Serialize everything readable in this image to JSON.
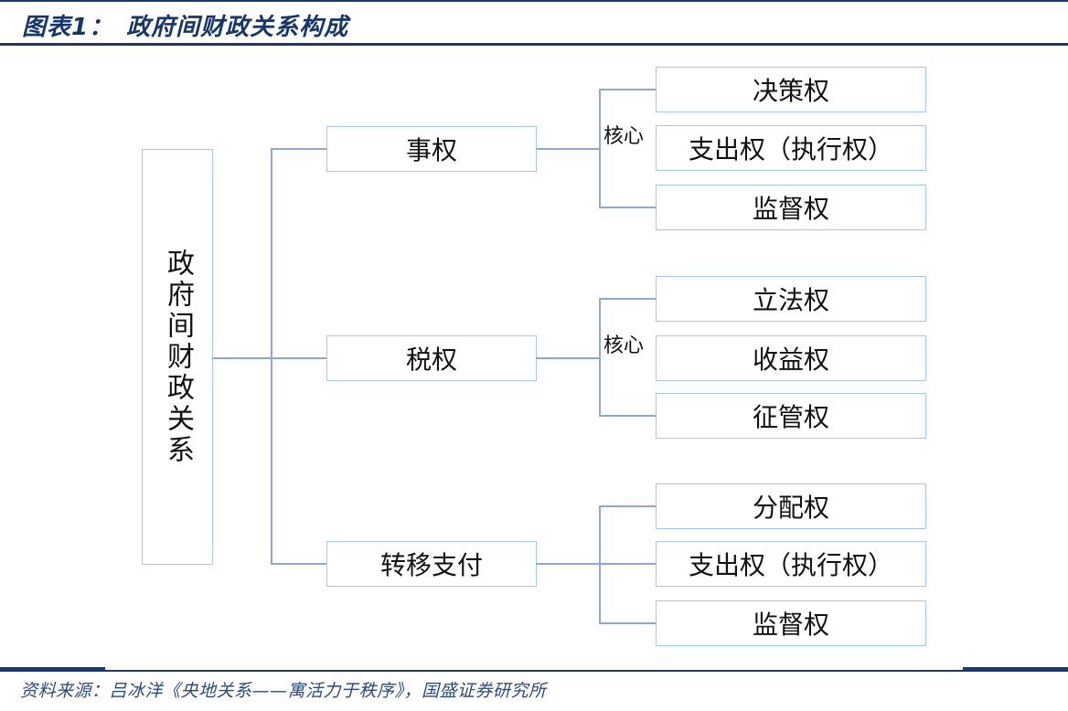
{
  "header": {
    "figure_label": "图表1：",
    "figure_title": "政府间财政关系构成"
  },
  "diagram": {
    "root": {
      "label": "政府间财政关系"
    },
    "groups": [
      {
        "parent": "事权",
        "connector_label": "核心",
        "children": [
          "决策权",
          "支出权（执行权）",
          "监督权"
        ]
      },
      {
        "parent": "税权",
        "connector_label": "核心",
        "children": [
          "立法权",
          "收益权",
          "征管权"
        ]
      },
      {
        "parent": "转移支付",
        "connector_label": "",
        "children": [
          "分配权",
          "支出权（执行权）",
          "监督权"
        ]
      }
    ]
  },
  "footer": {
    "source": "资料来源：吕冰洋《央地关系——寓活力于秩序》，国盛证券研究所"
  },
  "colors": {
    "navy_rule": "#1c3968",
    "title_text": "#16366b",
    "box_border": "#a9c8e8",
    "connector": "#8ea9d1",
    "footer_text": "#2b4a7e",
    "node_text": "#111111"
  }
}
